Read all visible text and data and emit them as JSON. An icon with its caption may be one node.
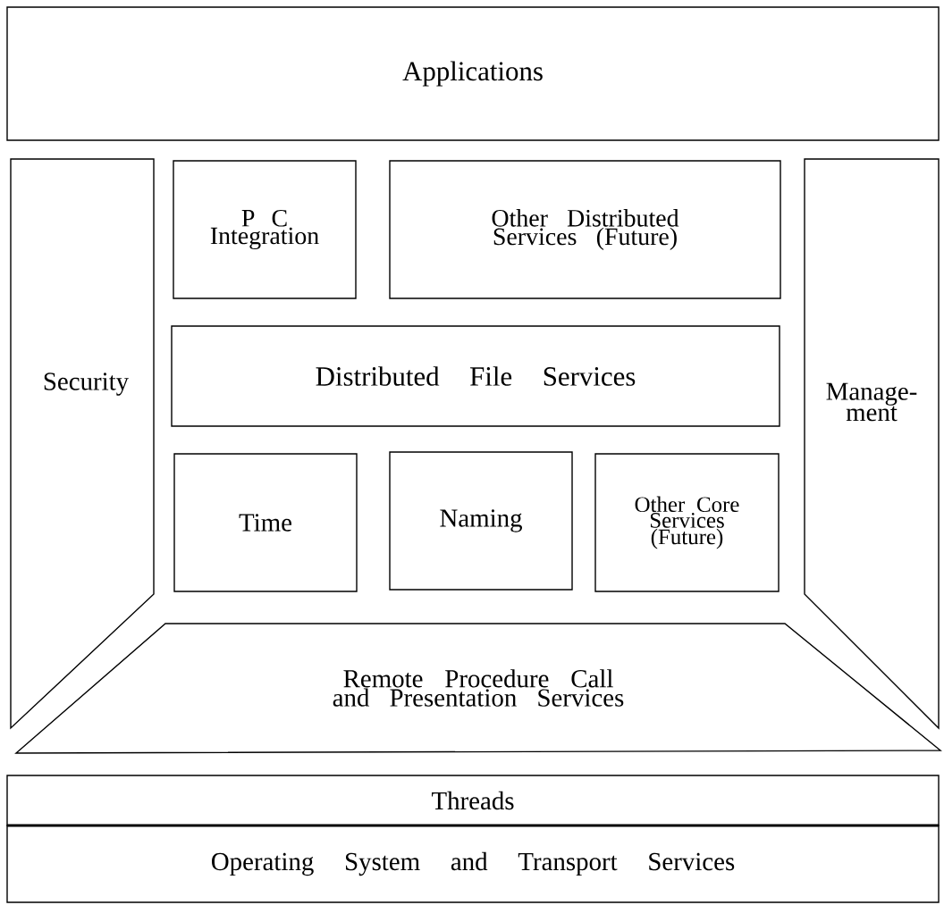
{
  "diagram": {
    "nodes": [
      {
        "text": [
          "Applications"
        ]
      },
      {
        "text": [
          "Security"
        ]
      },
      {
        "text": [
          "P C Integration"
        ]
      },
      {
        "text": [
          "Other Distributed Services (Future)"
        ]
      },
      {
        "text": [
          "Distributed File Services"
        ]
      },
      {
        "text": [
          "Manage- ment"
        ]
      },
      {
        "text": [
          "Time"
        ]
      },
      {
        "text": [
          "Naming"
        ]
      },
      {
        "text": [
          "Other Core Services (Future)"
        ]
      },
      {
        "text": [
          "Remote Procedure Call and Presentation Services"
        ]
      },
      {
        "text": [
          "Threads"
        ]
      },
      {
        "text": [
          "Operating System and Transport Services"
        ]
      }
    ]
  }
}
